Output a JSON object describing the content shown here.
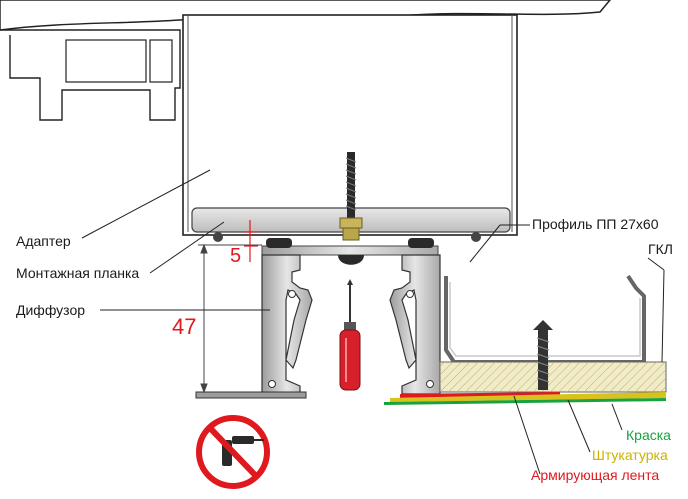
{
  "labels": {
    "adapter": "Адаптер",
    "mounting_plate": "Монтажная планка",
    "diffuser": "Диффузор",
    "profile": "Профиль ПП 27х60",
    "gkl": "ГКЛ",
    "paint": "Краска",
    "plaster": "Штукатурка",
    "tape": "Армирующая лента"
  },
  "dimensions": {
    "gap": "5",
    "height": "47"
  },
  "colors": {
    "paint": "#1aa33c",
    "plaster": "#c9b400",
    "tape": "#e0191e",
    "dimension": "#e0191e",
    "gkl_fill": "#f1ecc6",
    "screwdriver": "#d8202a",
    "prohibition": "#e0191e"
  },
  "icons": {
    "no_drill": "no-drill-icon"
  }
}
